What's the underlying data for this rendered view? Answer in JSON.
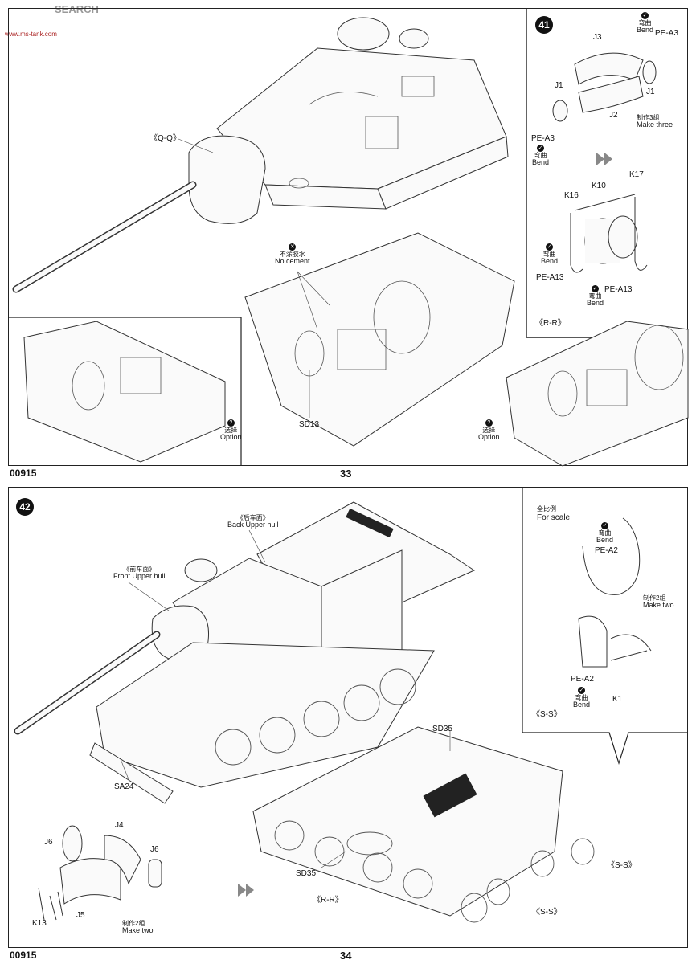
{
  "watermark": {
    "brand": "SEARCH",
    "site": "www.ms-tank.com"
  },
  "page33": {
    "code": "00915",
    "number": "33",
    "step": "41",
    "labels": {
      "qq": "《Q-Q》",
      "rr": "《R-R》",
      "j3": "J3",
      "j1a": "J1",
      "j1b": "J1",
      "j2": "J2",
      "pea3a": "PE-A3",
      "pea3b": "PE-A3",
      "k10": "K10",
      "k16": "K16",
      "k17": "K17",
      "pea13a": "PE-A13",
      "pea13b": "PE-A13",
      "sd13": "SD13"
    },
    "notes": {
      "bend_cn": "弯曲",
      "bend_en": "Bend",
      "make3_cn": "制作3组",
      "make3_en": "Make three",
      "nocement_cn": "不涂胶水",
      "nocement_en": "No cement",
      "option_cn": "选择",
      "option_en": "Option"
    }
  },
  "page34": {
    "code": "00915",
    "number": "34",
    "step": "42",
    "labels": {
      "back_cn": "《后车面》",
      "back_en": "Back Upper hull",
      "front_cn": "《前车面》",
      "front_en": "Front Upper hull",
      "sa24": "SA24",
      "sd35a": "SD35",
      "sd35b": "SD35",
      "j4": "J4",
      "j5": "J5",
      "j6a": "J6",
      "j6b": "J6",
      "k13": "K13",
      "k1": "K1",
      "pea2a": "PE-A2",
      "pea2b": "PE-A2",
      "ss1": "《S-S》",
      "ss2": "《S-S》",
      "ss3": "《S-S》",
      "rr": "《R-R》"
    },
    "notes": {
      "scale_cn": "全比例",
      "scale_en": "For scale",
      "bend_cn": "弯曲",
      "bend_en": "Bend",
      "make2_cn": "制作2组",
      "make2_en": "Make two"
    }
  }
}
